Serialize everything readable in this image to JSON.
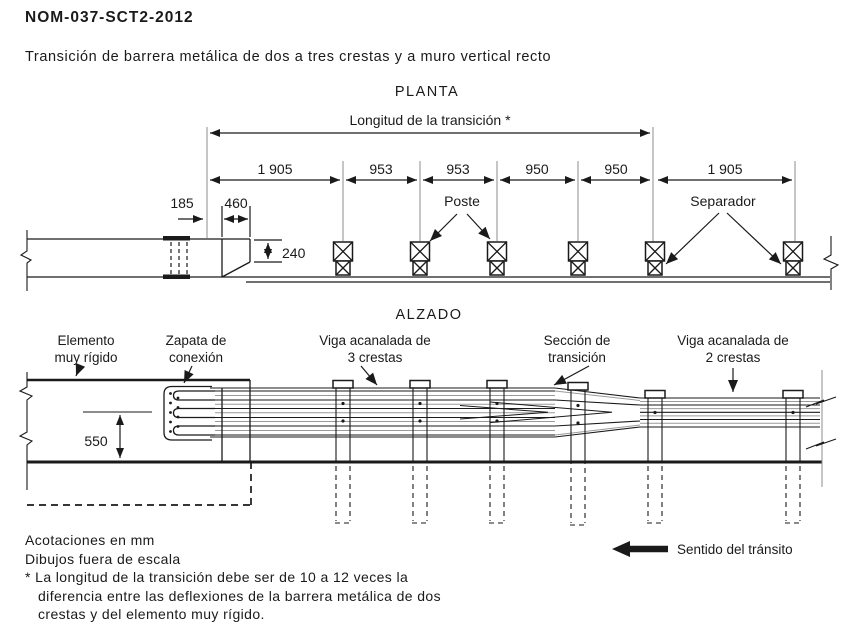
{
  "header": {
    "title": "NOM-037-SCT2-2012",
    "subtitle": "Transición de barrera metálica de dos a tres crestas y a muro vertical recto"
  },
  "planta": {
    "heading": "PLANTA",
    "total_dim_label": "Longitud de la transición *",
    "dims": [
      "1 905",
      "953",
      "953",
      "950",
      "950",
      "1 905"
    ],
    "dim_185": "185",
    "dim_460": "460",
    "dim_240": "240",
    "poste_label": "Poste",
    "separador_label": "Separador"
  },
  "alzado": {
    "heading": "ALZADO",
    "dim_550": "550",
    "labels": {
      "elemento_line1": "Elemento",
      "elemento_line2": "muy rígido",
      "zapata_line1": "Zapata de",
      "zapata_line2": "conexión",
      "viga3_line1": "Viga acanalada de",
      "viga3_line2": "3 crestas",
      "seccion_line1": "Sección de",
      "seccion_line2": "transición",
      "viga2_line1": "Viga acanalada de",
      "viga2_line2": "2 crestas"
    }
  },
  "footer": {
    "note1": "Acotaciones en mm",
    "note2": "Dibujos fuera de escala",
    "note3_lines": [
      "* La longitud de la transición debe ser de 10 a 12 veces la",
      "diferencia entre las deflexiones de la barrera metálica de dos",
      "crestas y del elemento muy rígido."
    ],
    "sentido_label": "Sentido del tránsito"
  },
  "icons": {
    "sentido": "left-arrow"
  },
  "colors": {
    "line": "#1a1a1a",
    "extension_line": "#8c8c8c",
    "beam_gray": "#9a9a9a",
    "background": "#ffffff"
  }
}
